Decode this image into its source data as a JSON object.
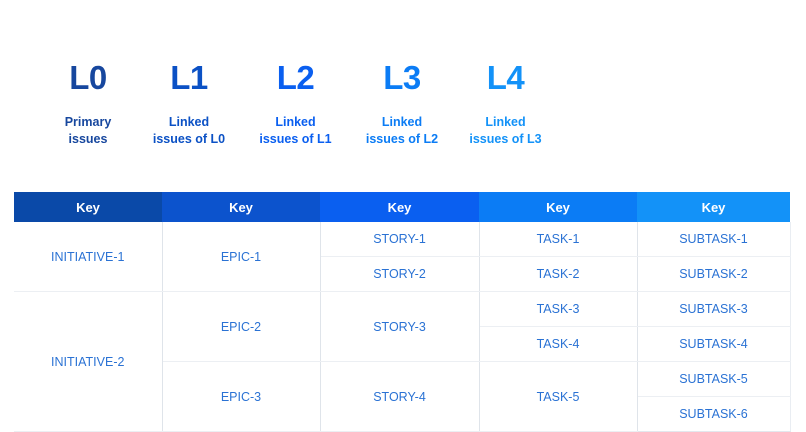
{
  "levels": [
    {
      "code": "L0",
      "desc": "Primary\nissues",
      "color": "#17479e",
      "width": 148
    },
    {
      "code": "L1",
      "desc": "Linked\nissues of L0",
      "color": "#0b51c5",
      "width": 158
    },
    {
      "code": "L2",
      "desc": "Linked\nissues of L1",
      "color": "#0a5ff0",
      "width": 159
    },
    {
      "code": "L3",
      "desc": "Linked\nissues of L2",
      "color": "#0b7cf5",
      "width": 158
    },
    {
      "code": "L4",
      "desc": "Linked\nissues of L3",
      "color": "#1392f8",
      "width": 153
    }
  ],
  "arrow_icon": "arrow-right-icon",
  "arrow_color": "#17479e",
  "table": {
    "headers": [
      "Key",
      "Key",
      "Key",
      "Key",
      "Key"
    ],
    "header_colors": [
      "#0a49a8",
      "#0c53cd",
      "#0a5ff0",
      "#0b7cf5",
      "#1392f8"
    ],
    "cell_text_color": "#2a72d4",
    "rows": [
      {
        "cells": [
          {
            "text": "INITIATIVE-1",
            "rowspan": 2
          },
          {
            "text": "EPIC-1",
            "rowspan": 2
          },
          {
            "text": "STORY-1",
            "rowspan": 1
          },
          {
            "text": "TASK-1",
            "rowspan": 1
          },
          {
            "text": "SUBTASK-1",
            "rowspan": 1
          }
        ]
      },
      {
        "cells": [
          {
            "text": "STORY-2",
            "rowspan": 1
          },
          {
            "text": "TASK-2",
            "rowspan": 1
          },
          {
            "text": "SUBTASK-2",
            "rowspan": 1
          }
        ]
      },
      {
        "cells": [
          {
            "text": "INITIATIVE-2",
            "rowspan": 4
          },
          {
            "text": "EPIC-2",
            "rowspan": 2
          },
          {
            "text": "STORY-3",
            "rowspan": 2
          },
          {
            "text": "TASK-3",
            "rowspan": 1
          },
          {
            "text": "SUBTASK-3",
            "rowspan": 1
          }
        ]
      },
      {
        "cells": [
          {
            "text": "TASK-4",
            "rowspan": 1
          },
          {
            "text": "SUBTASK-4",
            "rowspan": 1
          }
        ]
      },
      {
        "cells": [
          {
            "text": "EPIC-3",
            "rowspan": 2
          },
          {
            "text": "STORY-4",
            "rowspan": 2
          },
          {
            "text": "TASK-5",
            "rowspan": 2
          },
          {
            "text": "SUBTASK-5",
            "rowspan": 1
          }
        ]
      },
      {
        "cells": [
          {
            "text": "SUBTASK-6",
            "rowspan": 1
          }
        ]
      }
    ]
  }
}
